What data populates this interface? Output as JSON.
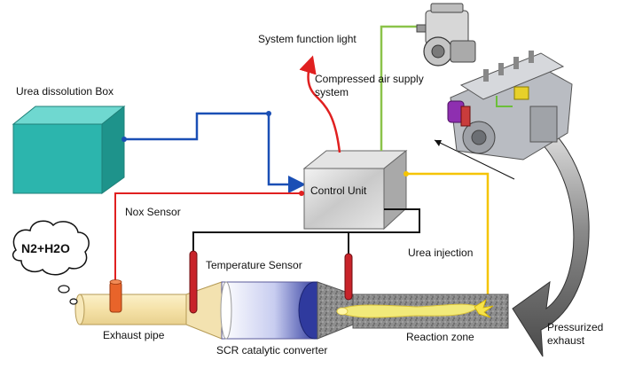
{
  "labels": {
    "urea_box": "Urea dissolution Box",
    "system_light": "System function light",
    "compressed_air_line1": "Compressed air supply",
    "compressed_air_line2": "system",
    "control_unit": "Control Unit",
    "nox_sensor": "Nox Sensor",
    "temperature_sensor": "Temperature Sensor",
    "urea_injection": "Urea injection",
    "exhaust_pipe": "Exhaust pipe",
    "scr_converter": "SCR catalytic converter",
    "reaction_zone": "Reaction zone",
    "pressurized_line1": "Pressurized",
    "pressurized_line2": "exhaust",
    "emission": "N2+H2O"
  },
  "colors": {
    "urea_box": "#2cb5ad",
    "urea_line": "#1a4fb5",
    "nox_line": "#e02020",
    "air_line": "#8bc34a",
    "urea_injection_line": "#f5c400",
    "sensor_wire": "#111111"
  }
}
